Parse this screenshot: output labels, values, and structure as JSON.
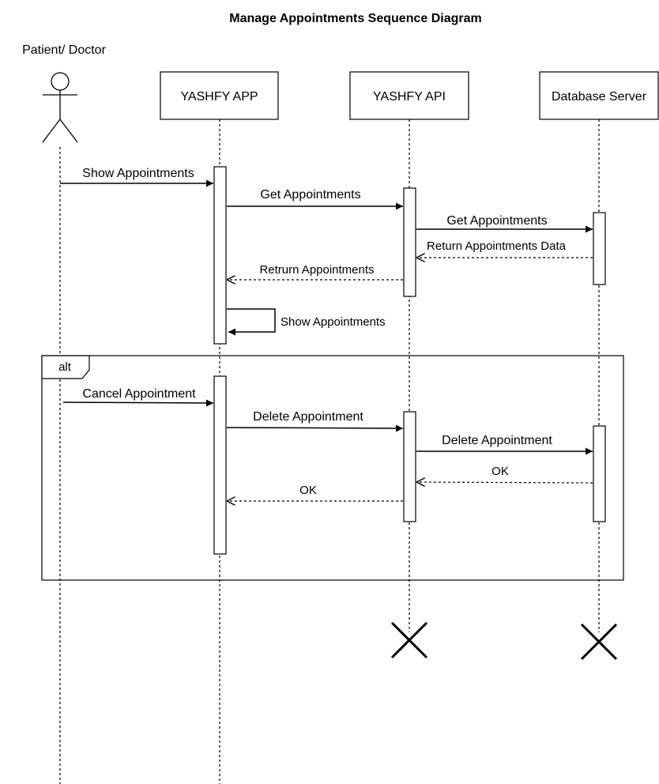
{
  "title": "Manage Appointments Sequence Diagram",
  "participants": {
    "actor": "Patient/ Doctor",
    "app": "YASHFY APP",
    "api": "YASHFY API",
    "db": "Database Server"
  },
  "messages": {
    "m1": "Show Appointments",
    "m2": "Get Appointments",
    "m3": "Get Appointments",
    "m4": "Return Appointments Data",
    "m5": "Retrurn Appointments",
    "m6": "Show Appointments",
    "m7": "Cancel Appointment",
    "m8": "Delete Appointment",
    "m9": "Delete Appointment",
    "m10": "OK",
    "m11": "OK"
  },
  "fragment": {
    "operator": "alt"
  },
  "colors": {
    "stroke": "#000000",
    "background": "#ffffff"
  }
}
